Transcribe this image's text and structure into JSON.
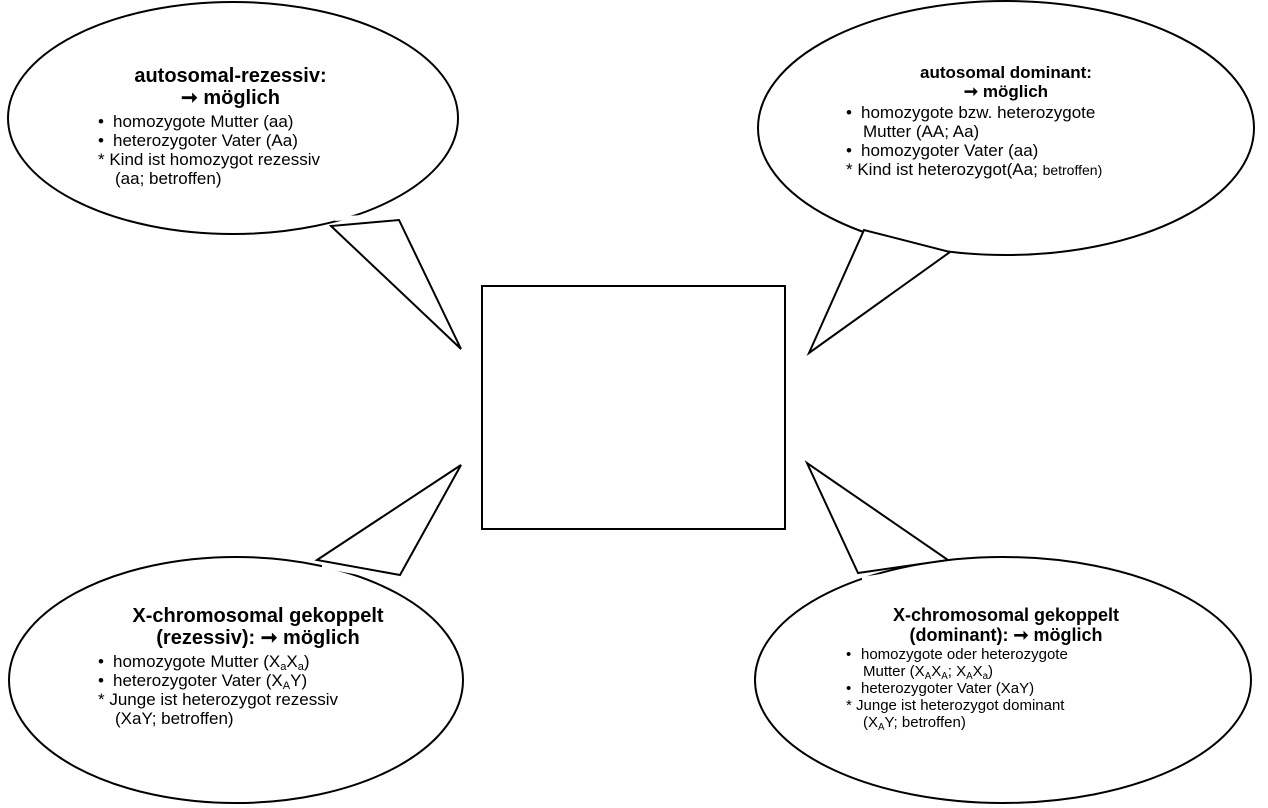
{
  "bubbles": {
    "top_left": {
      "title1": "autosomal-rezessiv:",
      "title2": "➞ möglich",
      "item1": "homozygote Mutter (aa)",
      "item2": "heterozygoter Vater (Aa)",
      "note1": "* Kind ist homozygot rezessiv",
      "note2": "(aa; betroffen)"
    },
    "top_right": {
      "title1": "autosomal dominant:",
      "title2": "➞ möglich",
      "item1a": "homozygote bzw. heterozygote",
      "item1b": "Mutter (AA; Aa)",
      "item2": "homozygoter Vater (aa)",
      "note1": "* Kind ist heterozygot(Aa;",
      "note1_small": "betroffen)"
    },
    "bottom_left": {
      "title1": "X-chromosomal gekoppelt",
      "title2": "(rezessiv): ➞ möglich",
      "item1": "homozygote Mutter (X",
      "item1_s1": "a",
      "item1_m": "X",
      "item1_s2": "a",
      "item1_end": ")",
      "item2": "heterozygoter Vater (X",
      "item2_s1": "A",
      "item2_end": "Y)",
      "note1": "* Junge ist heterozygot rezessiv",
      "note2": "(XaY; betroffen)"
    },
    "bottom_right": {
      "title1": "X-chromosomal gekoppelt",
      "title2": "(dominant): ➞ möglich",
      "item1a": "homozygote oder heterozygote",
      "item1b_a": "Mutter (X",
      "item1b_s1": "A",
      "item1b_b": "X",
      "item1b_s2": "A",
      "item1b_c": "; X",
      "item1b_s3": "A",
      "item1b_d": "X",
      "item1b_s4": "a",
      "item1b_e": ")",
      "item2": "heterozygoter Vater (XaY)",
      "note1": "* Junge ist heterozygot dominant",
      "note2_a": "(X",
      "note2_s": "A",
      "note2_b": "Y; betroffen)"
    }
  },
  "bullet_glyph": "•"
}
